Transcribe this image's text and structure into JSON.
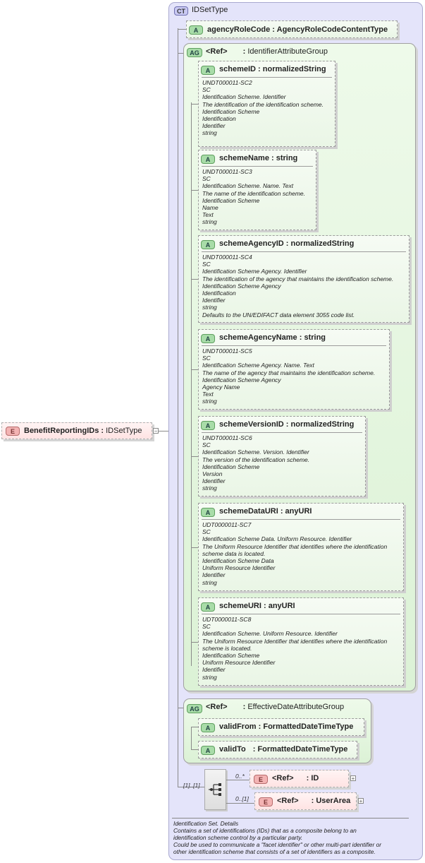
{
  "root_element": {
    "badge": "E",
    "name": "BenefitReportingIDs",
    "type": "IDSetType"
  },
  "complex_type": {
    "badge": "CT",
    "name": "IDSetType"
  },
  "agency_role": {
    "badge": "A",
    "name": "agencyRoleCode",
    "type": "AgencyRoleCodeContentType"
  },
  "identifier_group": {
    "badge": "AG",
    "ref": "<Ref>",
    "name": "IdentifierAttributeGroup"
  },
  "attributes": [
    {
      "badge": "A",
      "name": "schemeID",
      "type": "normalizedString",
      "desc": [
        "UNDT000011-SC2",
        "SC",
        "Identification Scheme. Identifier",
        "The identification of the identification scheme.",
        "Identification Scheme",
        "Identification",
        "Identifier",
        "string"
      ]
    },
    {
      "badge": "A",
      "name": "schemeName",
      "type": "string",
      "desc": [
        "UNDT000011-SC3",
        "SC",
        "Identification Scheme. Name. Text",
        "The name of the identification scheme.",
        "Identification Scheme",
        "Name",
        "Text",
        "string"
      ]
    },
    {
      "badge": "A",
      "name": "schemeAgencyID",
      "type": "normalizedString",
      "desc": [
        "UNDT000011-SC4",
        "SC",
        "Identification Scheme Agency. Identifier",
        "The identification of the agency that maintains the identification scheme.",
        "Identification Scheme Agency",
        "Identification",
        "Identifier",
        "string",
        "Defaults to the UN/EDIFACT data element 3055 code list."
      ]
    },
    {
      "badge": "A",
      "name": "schemeAgencyName",
      "type": "string",
      "desc": [
        "UNDT000011-SC5",
        "SC",
        "Identification Scheme Agency. Name. Text",
        "The name of the agency that maintains the identification scheme.",
        "Identification Scheme Agency",
        "Agency Name",
        "Text",
        "string"
      ]
    },
    {
      "badge": "A",
      "name": "schemeVersionID",
      "type": "normalizedString",
      "desc": [
        "UNDT000011-SC6",
        "SC",
        "Identification Scheme. Version. Identifier",
        "The version of the identification scheme.",
        "Identification Scheme",
        "Version",
        "Identifier",
        "string"
      ]
    },
    {
      "badge": "A",
      "name": "schemeDataURI",
      "type": "anyURI",
      "desc": [
        "UDT0000011-SC7",
        "SC",
        "Identification Scheme Data. Uniform Resource. Identifier",
        "The Uniform Resource Identifier that identifies where the identification",
        "scheme data is located.",
        "Identification Scheme Data",
        "Uniform Resource Identifier",
        "Identifier",
        "string"
      ]
    },
    {
      "badge": "A",
      "name": "schemeURI",
      "type": "anyURI",
      "desc": [
        "UDT0000011-SC8",
        "SC",
        "Identification Scheme. Uniform Resource. Identifier",
        "The Uniform Resource Identifier that identifies where the identification",
        "scheme is located.",
        "Identification Scheme",
        "Uniform Resource Identifier",
        "Identifier",
        "string"
      ]
    }
  ],
  "effective_group": {
    "badge": "AG",
    "ref": "<Ref>",
    "name": "EffectiveDateAttributeGroup",
    "attributes": [
      {
        "badge": "A",
        "name": "validFrom",
        "type": "FormattedDateTimeType"
      },
      {
        "badge": "A",
        "name": "validTo",
        "type": "FormattedDateTimeType"
      }
    ]
  },
  "sequence": {
    "multiplicity": "[1]..[1]"
  },
  "children": [
    {
      "badge": "E",
      "ref": "<Ref>",
      "name": "ID",
      "multiplicity": "0..*"
    },
    {
      "badge": "E",
      "ref": "<Ref>",
      "name": "UserArea",
      "multiplicity": "0..[1]"
    }
  ],
  "type_description": [
    "Identification Set. Details",
    "Contains a set of identifications (IDs) that as a composite belong to an",
    "identification scheme control by a particular party.",
    "Could be used to communicate a \"facet identifier\" or other multi-part identifier or",
    "other identification scheme that consists of a set of identifiers as a composite."
  ],
  "colors": {
    "complex_type_bg": "#e4e4fa",
    "attribute_group_bg": "#dcf2d6",
    "element_bg": "#ffe3e3"
  }
}
